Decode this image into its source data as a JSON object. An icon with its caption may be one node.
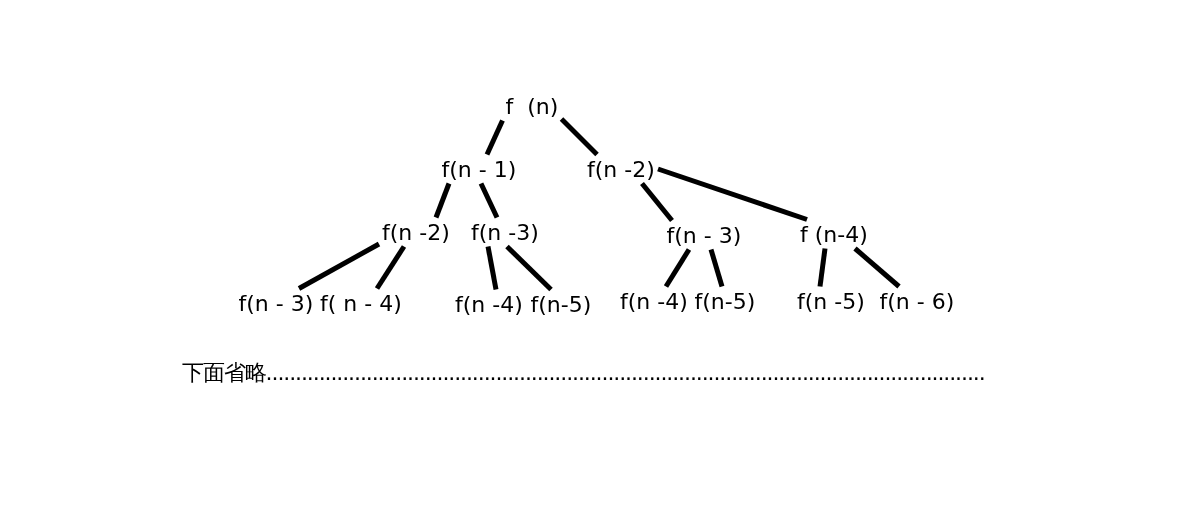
{
  "diagram": {
    "nodes": [
      {
        "text": [
          "f  (n)"
        ]
      },
      {
        "text": [
          "f(n - 1)"
        ]
      },
      {
        "text": [
          "f(n -2)"
        ]
      },
      {
        "text": [
          "f(n -2)"
        ]
      },
      {
        "text": [
          "f(n -3)"
        ]
      },
      {
        "text": [
          "f(n - 3)"
        ]
      },
      {
        "text": [
          "f (n-4)"
        ]
      },
      {
        "text": [
          "f(n - 3)"
        ]
      },
      {
        "text": [
          "f( n - 4)"
        ]
      },
      {
        "text": [
          "f(n -4)"
        ]
      },
      {
        "text": [
          "f(n-5)"
        ]
      },
      {
        "text": [
          "f(n -4)"
        ]
      },
      {
        "text": [
          "f(n-5)"
        ]
      },
      {
        "text": [
          "f(n -5)"
        ]
      },
      {
        "text": [
          "f(n - 6)"
        ]
      }
    ],
    "edges": [
      {
        "from": 0,
        "to": 1,
        "arrow": "none"
      },
      {
        "from": 0,
        "to": 2,
        "arrow": "none"
      },
      {
        "from": 1,
        "to": 3,
        "arrow": "none"
      },
      {
        "from": 1,
        "to": 4,
        "arrow": "none"
      },
      {
        "from": 2,
        "to": 5,
        "arrow": "none"
      },
      {
        "from": 2,
        "to": 6,
        "arrow": "none"
      },
      {
        "from": 3,
        "to": 7,
        "arrow": "none"
      },
      {
        "from": 3,
        "to": 8,
        "arrow": "none"
      },
      {
        "from": 4,
        "to": 9,
        "arrow": "none"
      },
      {
        "from": 4,
        "to": 10,
        "arrow": "none"
      },
      {
        "from": 5,
        "to": 11,
        "arrow": "none"
      },
      {
        "from": 5,
        "to": 12,
        "arrow": "none"
      },
      {
        "from": 6,
        "to": 13,
        "arrow": "none"
      },
      {
        "from": 6,
        "to": 14,
        "arrow": "none"
      }
    ],
    "labels": [
      "下面省略.........................................................................................................................."
    ]
  }
}
